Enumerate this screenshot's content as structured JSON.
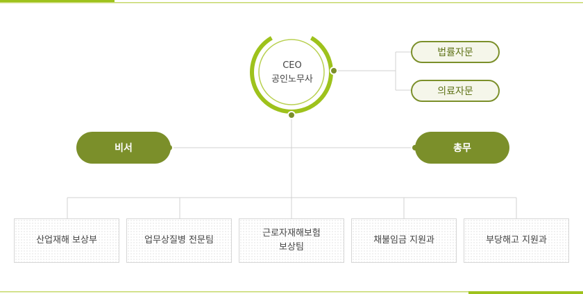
{
  "ceo": {
    "line1": "CEO",
    "line2": "공인노무사"
  },
  "advisors": [
    {
      "label": "법률자문"
    },
    {
      "label": "의료자문"
    }
  ],
  "staff": {
    "left": "비서",
    "right": "총무"
  },
  "departments": [
    {
      "label": "산업재해 보상부"
    },
    {
      "label": "업무상질병 전문팀"
    },
    {
      "label": "근로자재해보험\n보상팀"
    },
    {
      "label": "채불임금 지원과"
    },
    {
      "label": "부당해고 지원과"
    }
  ],
  "colors": {
    "accent": "#9ec21c",
    "dark_green": "#7b8f2a",
    "light_fill": "#f5f6ea",
    "line_gray": "#d0d0d0"
  }
}
